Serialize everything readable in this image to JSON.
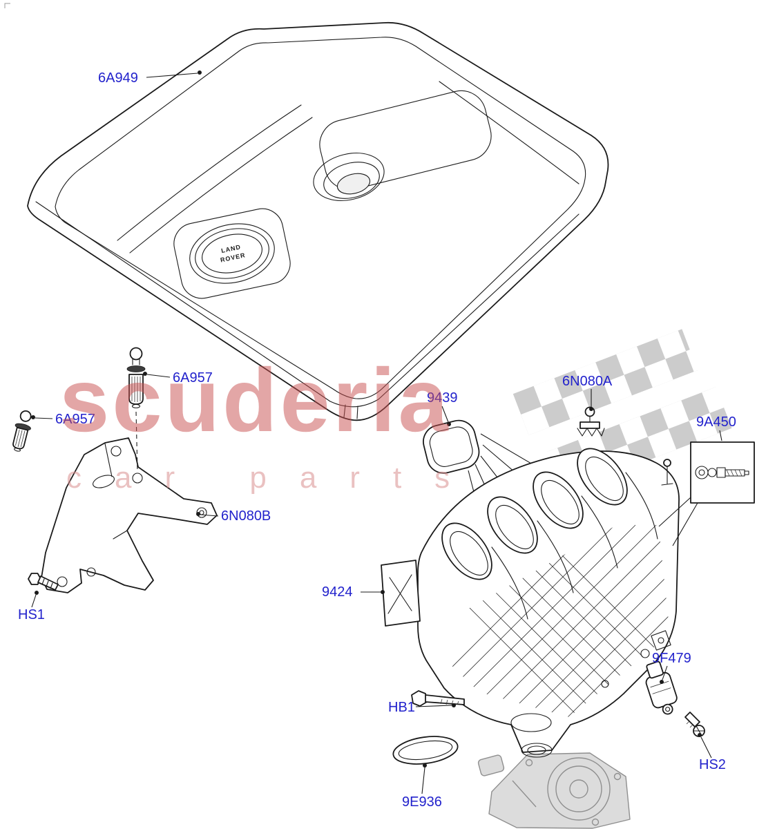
{
  "watermark": {
    "title": "scuderia",
    "subtitle": "car parts",
    "title_color": "#c94f4f",
    "subtitle_color": "#d98f8f"
  },
  "flag_color": "#cccccc",
  "label_color": "#2222cc",
  "badge": {
    "top": "LAND",
    "bottom": "ROVER"
  },
  "labels": {
    "engine_cover": "6A949",
    "sensor_top": "6A957",
    "sensor_left": "6A957",
    "gasket": "9439",
    "grommet": "6N080A",
    "valve_kit": "9A450",
    "bracket": "6N080B",
    "bolt_hs1": "HS1",
    "manifold": "9424",
    "bolt_hb1": "HB1",
    "map_sensor": "9F479",
    "bolt_hs2": "HS2",
    "o_ring": "9E936"
  }
}
